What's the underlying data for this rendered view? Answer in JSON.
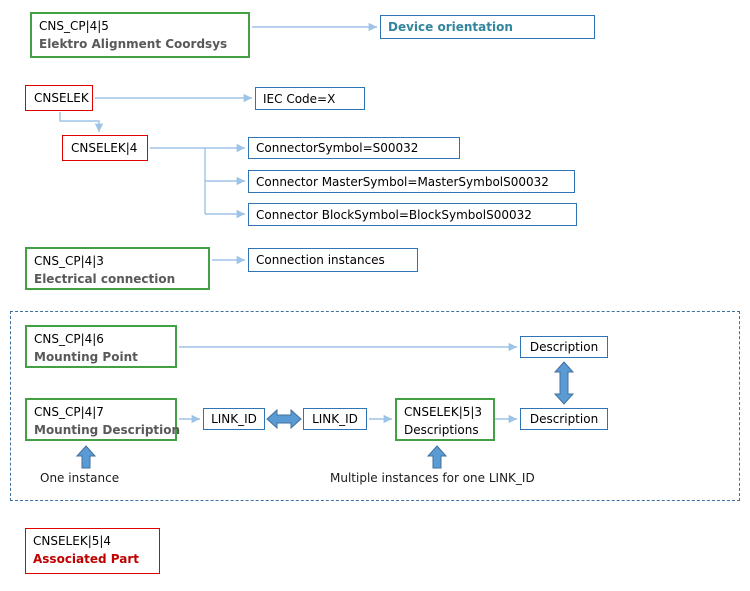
{
  "colors": {
    "green_border": "#44a044",
    "red_border": "#e00000",
    "blue_border": "#2e75b6",
    "teal_text": "#31859c",
    "gray_bold_text": "#595959",
    "dark_red_text": "#c00000",
    "thin_arrow": "#9dc3e6",
    "thick_arrow_fill": "#5b9bd5",
    "dashed_frame": "#41719c"
  },
  "nodes": {
    "align_coordsys": {
      "line1": "CNS_CP|4|5",
      "line2": "Elektro Alignment Coordsys"
    },
    "device_orientation": "Device orientation",
    "cnselek": "CNSELEK",
    "iec_code": "IEC Code=X",
    "cnselek4": "CNSELEK|4",
    "connector_symbol": "ConnectorSymbol=S00032",
    "master_symbol": "Connector MasterSymbol=MasterSymbolS00032",
    "block_symbol": "Connector BlockSymbol=BlockSymbolS00032",
    "electrical_connection": {
      "line1": "CNS_CP|4|3",
      "line2": "Electrical connection"
    },
    "connection_instances": "Connection instances",
    "mounting_point": {
      "line1": "CNS_CP|4|6",
      "line2": "Mounting Point"
    },
    "description_top": "Description",
    "mounting_description": {
      "line1": "CNS_CP|4|7",
      "line2": "Mounting Description"
    },
    "link_id_left": "LINK_ID",
    "link_id_right": "LINK_ID",
    "cnselek53": {
      "line1": "CNSELEK|5|3",
      "line2": "Descriptions"
    },
    "description_bottom": "Description",
    "associated_part": {
      "line1": "CNSELEK|5|4",
      "line2": "Associated Part"
    }
  },
  "captions": {
    "one_instance": "One instance",
    "multiple_instances": "Multiple instances for one LINK_ID"
  }
}
